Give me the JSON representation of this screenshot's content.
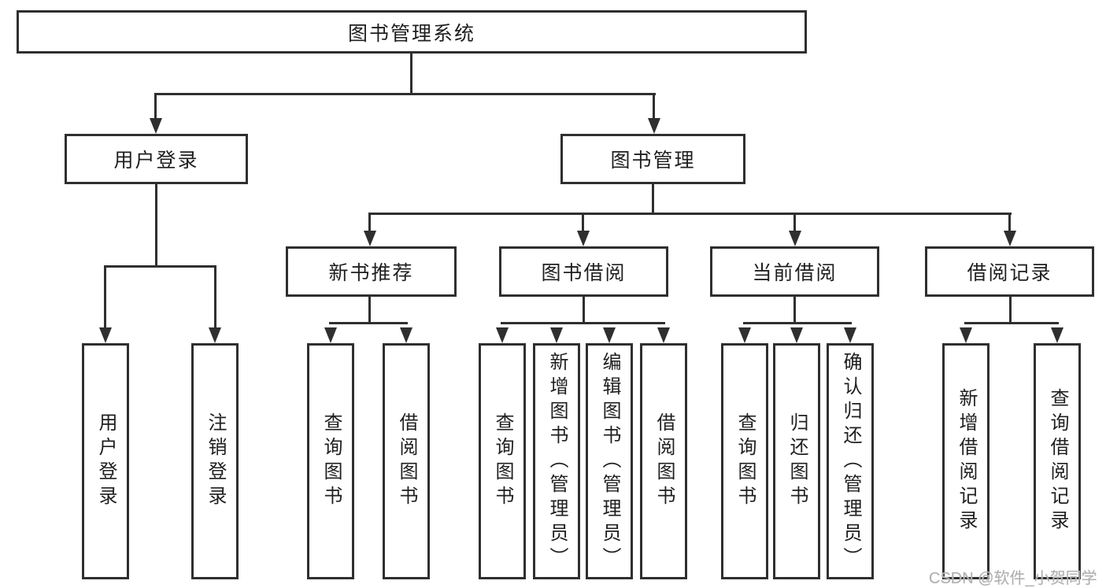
{
  "root": {
    "label": "图书管理系统"
  },
  "user_login": {
    "label": "用户登录",
    "children": [
      {
        "label": "用户登录"
      },
      {
        "label": "注销登录"
      }
    ]
  },
  "book_mgmt": {
    "label": "图书管理"
  },
  "new_book": {
    "label": "新书推荐",
    "children": [
      {
        "label": "查询图书"
      },
      {
        "label": "借阅图书"
      }
    ]
  },
  "book_borrow": {
    "label": "图书借阅",
    "children": [
      {
        "label": "查询图书"
      },
      {
        "label": "新增图书（管理员）"
      },
      {
        "label": "编辑图书（管理员）"
      },
      {
        "label": "借阅图书"
      }
    ]
  },
  "current_borrow": {
    "label": "当前借阅",
    "children": [
      {
        "label": "查询图书"
      },
      {
        "label": "归还图书"
      },
      {
        "label": "确认归还（管理员）"
      }
    ]
  },
  "borrow_record": {
    "label": "借阅记录",
    "children": [
      {
        "label": "新增借阅记录"
      },
      {
        "label": "查询借阅记录"
      }
    ]
  },
  "watermark": {
    "text": "CSDN @软件_小贺同学"
  },
  "colors": {
    "line": "#2f2f2f",
    "text": "#1f1f1f",
    "watermark": "#b0b0b0",
    "background": "#ffffff"
  }
}
